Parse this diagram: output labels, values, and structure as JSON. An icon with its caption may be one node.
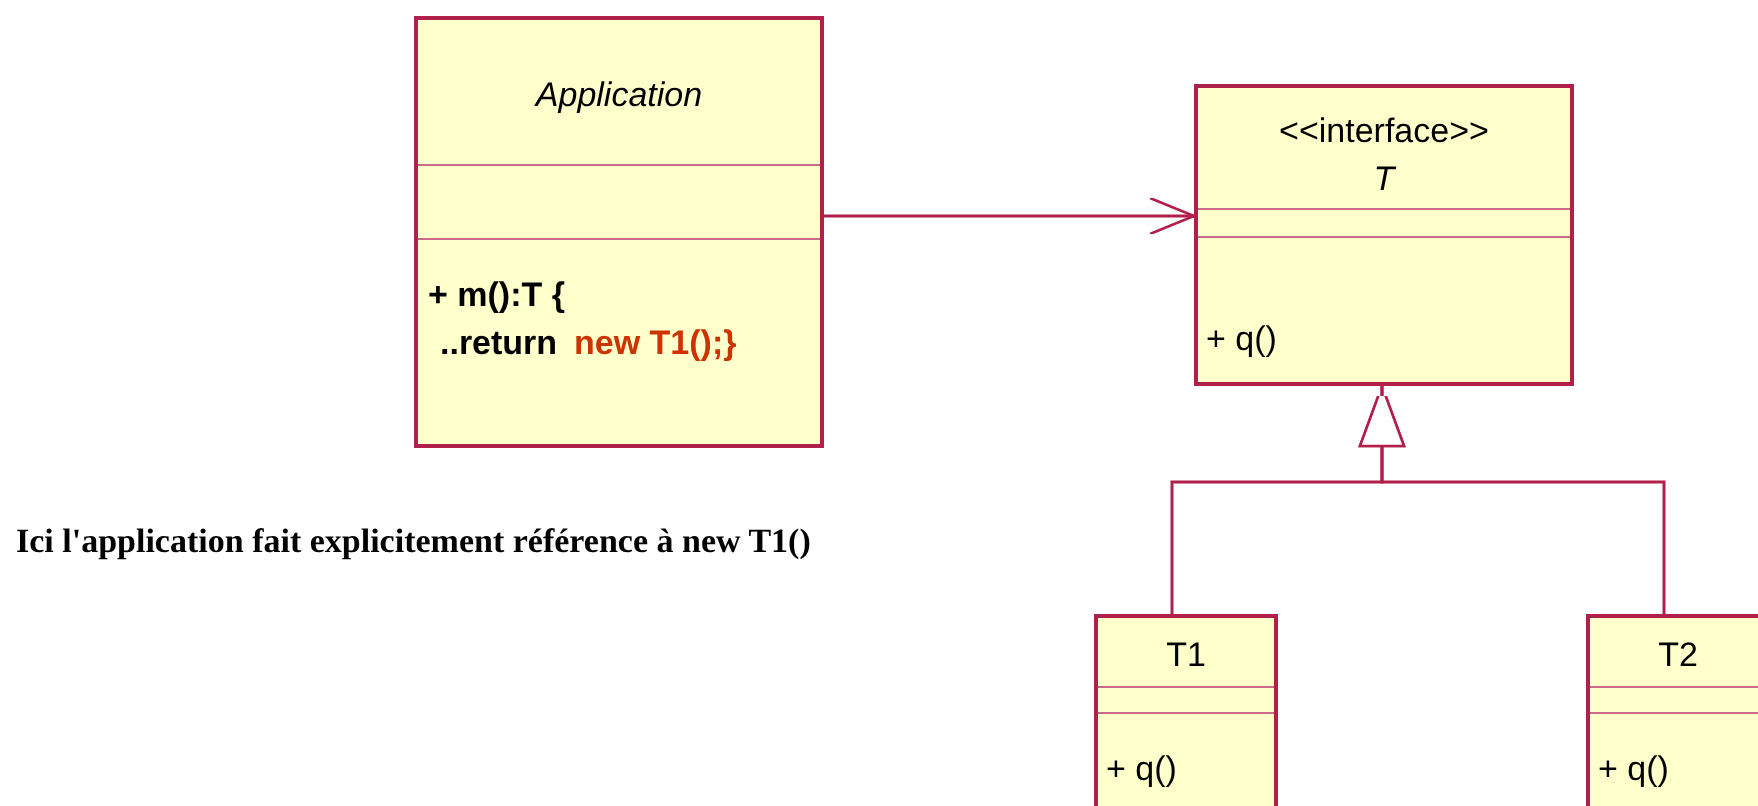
{
  "diagram": {
    "nodes": [
      {
        "text": [
          "Application",
          "+ m():T {",
          "..return",
          "new T1();}"
        ]
      },
      {
        "text": [
          "<<interface>>",
          "T",
          "+ q()"
        ]
      },
      {
        "text": [
          "T1",
          "+ q()"
        ]
      },
      {
        "text": [
          "T2",
          "+ q()"
        ]
      }
    ],
    "edges": [
      {
        "from": 0,
        "to": 1,
        "arrow": "to"
      },
      {
        "from": 2,
        "to": 1,
        "arrow": "to"
      },
      {
        "from": 3,
        "to": 1,
        "arrow": "to"
      }
    ],
    "labels": [
      "Ici l'application fait explicitement référence à new T1()"
    ]
  }
}
